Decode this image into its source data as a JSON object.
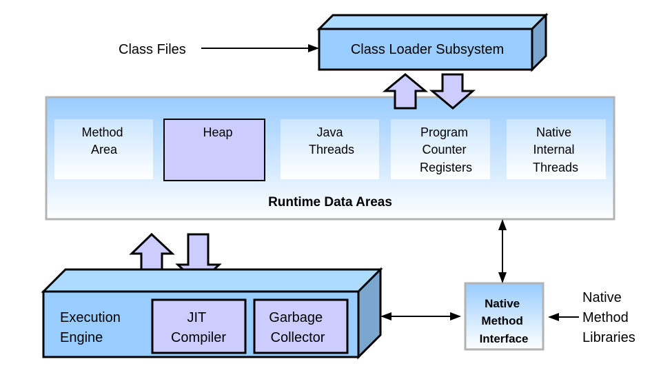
{
  "inputs": {
    "class_files": "Class Files",
    "native_libraries": [
      "Native",
      "Method",
      "Libraries"
    ]
  },
  "class_loader": {
    "label": "Class Loader Subsystem"
  },
  "runtime": {
    "title": "Runtime Data Areas",
    "areas": [
      {
        "lines": [
          "Method",
          "Area"
        ]
      },
      {
        "lines": [
          "Heap"
        ]
      },
      {
        "lines": [
          "Java",
          "Threads"
        ]
      },
      {
        "lines": [
          "Program",
          "Counter",
          "Registers"
        ]
      },
      {
        "lines": [
          "Native",
          "Internal",
          "Threads"
        ]
      }
    ]
  },
  "execution_engine": {
    "label": [
      "Execution",
      "Engine"
    ],
    "jit": [
      "JIT",
      "Compiler"
    ],
    "gc": [
      "Garbage",
      "Collector"
    ]
  },
  "native_interface": {
    "label": [
      "Native",
      "Method",
      "Interface"
    ]
  },
  "colors": {
    "box_blue": "#99ccff",
    "box_top": "#addaff",
    "box_side": "#7ba7cf",
    "purple": "#ccccff",
    "border_gray": "#b3b3b3"
  }
}
